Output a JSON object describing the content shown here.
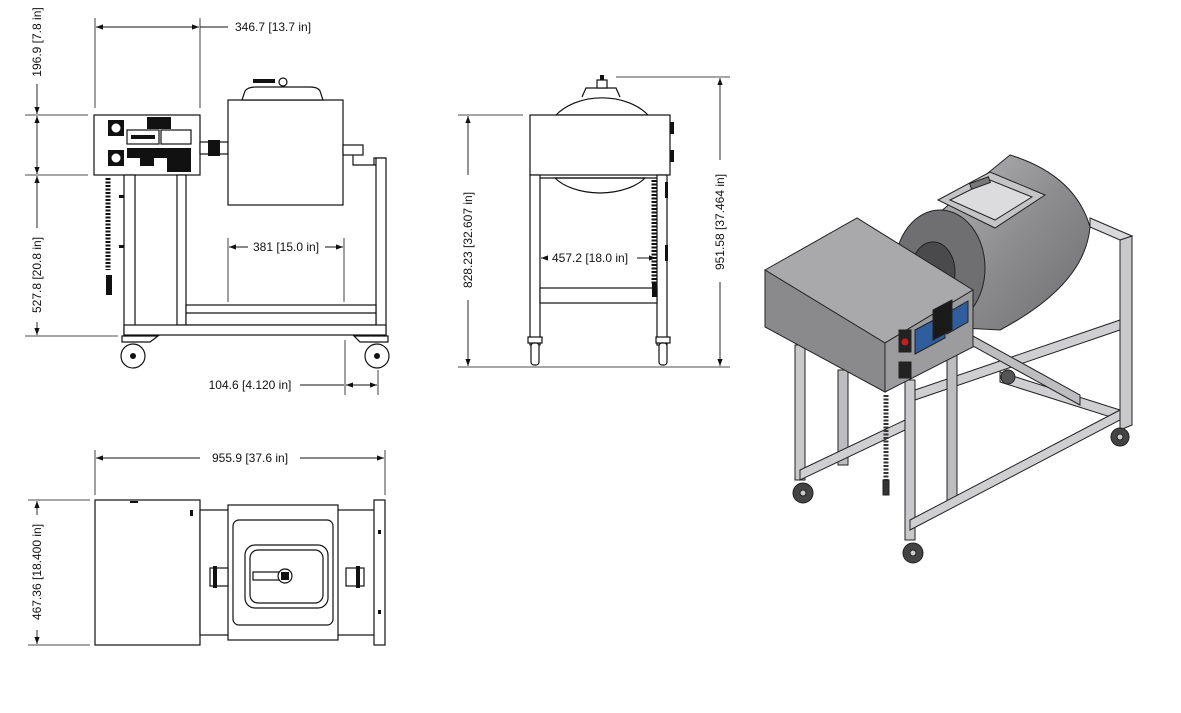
{
  "views": {
    "front": {
      "dimensions": {
        "box_width": "346.7 [13.7 in]",
        "box_height": "196.9 [7.8 in]",
        "frame_height": "527.8 [20.8 in]",
        "rail_span": "381 [15.0 in]",
        "wheel_offset": "104.6 [4.120 in]"
      }
    },
    "side": {
      "dimensions": {
        "box_top_height": "828.23 [32.607 in]",
        "overall_height": "951.58 [37.464 in]",
        "leg_span": "457.2 [18.0 in]"
      }
    },
    "top": {
      "dimensions": {
        "overall_length": "955.9 [37.6 in]",
        "overall_depth": "467.36 [18.400 in]"
      }
    }
  },
  "colors": {
    "panel_blue": "#2f5d9e",
    "estop_red": "#c0201e",
    "body_gray": "#8a8a8c"
  }
}
